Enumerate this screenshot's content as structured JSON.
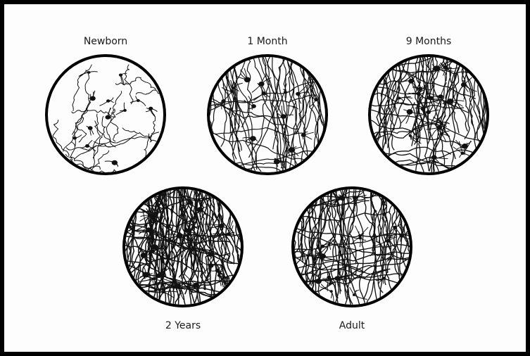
{
  "stages": [
    {
      "label": "Newborn",
      "density": 0.15,
      "branching": 0.2
    },
    {
      "label": "1 Month",
      "density": 0.45,
      "branching": 0.45
    },
    {
      "label": "9 Months",
      "density": 0.65,
      "branching": 0.7
    },
    {
      "label": "2 Years",
      "density": 1.0,
      "branching": 1.0
    },
    {
      "label": "Adult",
      "density": 0.75,
      "branching": 0.6
    }
  ],
  "colors": {
    "ink": "#111111",
    "background": "#fdfdfd",
    "border": "#000000"
  }
}
